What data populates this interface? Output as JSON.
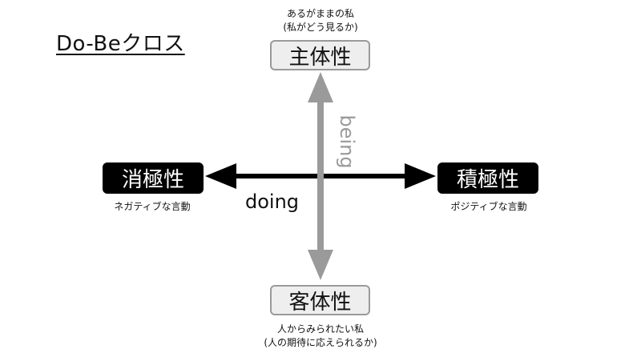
{
  "title": "Do-Beクロス",
  "top": {
    "caption_line1": "あるがままの私",
    "caption_line2": "(私がどう見るか)",
    "box_label": "主体性"
  },
  "bottom": {
    "box_label": "客体性",
    "caption_line1": "人からみられたい私",
    "caption_line2": "(人の期待に応えられるか)"
  },
  "left": {
    "box_label": "消極性",
    "caption": "ネガティブな言動"
  },
  "right": {
    "box_label": "積極性",
    "caption": "ポジティブな言動"
  },
  "axis_labels": {
    "horizontal": "doing",
    "vertical": "being"
  },
  "colors": {
    "horizontal_arrow": "#000000",
    "vertical_arrow": "#9a9a9a"
  }
}
